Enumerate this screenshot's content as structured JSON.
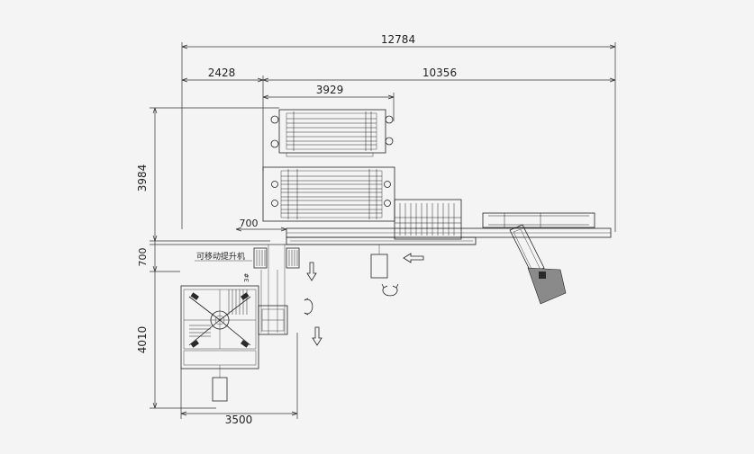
{
  "dimensions": {
    "total_width": "12784",
    "left_width": "2428",
    "right_width": "10356",
    "upper_section_width": "3929",
    "upper_section_height": "3984",
    "gap_width": "700",
    "gap_height": "700",
    "lower_section_height": "4010",
    "lower_section_width": "3500"
  },
  "labels": {
    "mobile_lift": "可移动提升机",
    "small_tag": "3#"
  },
  "colors": {
    "line": "#222222",
    "background": "#f4f4f4"
  }
}
